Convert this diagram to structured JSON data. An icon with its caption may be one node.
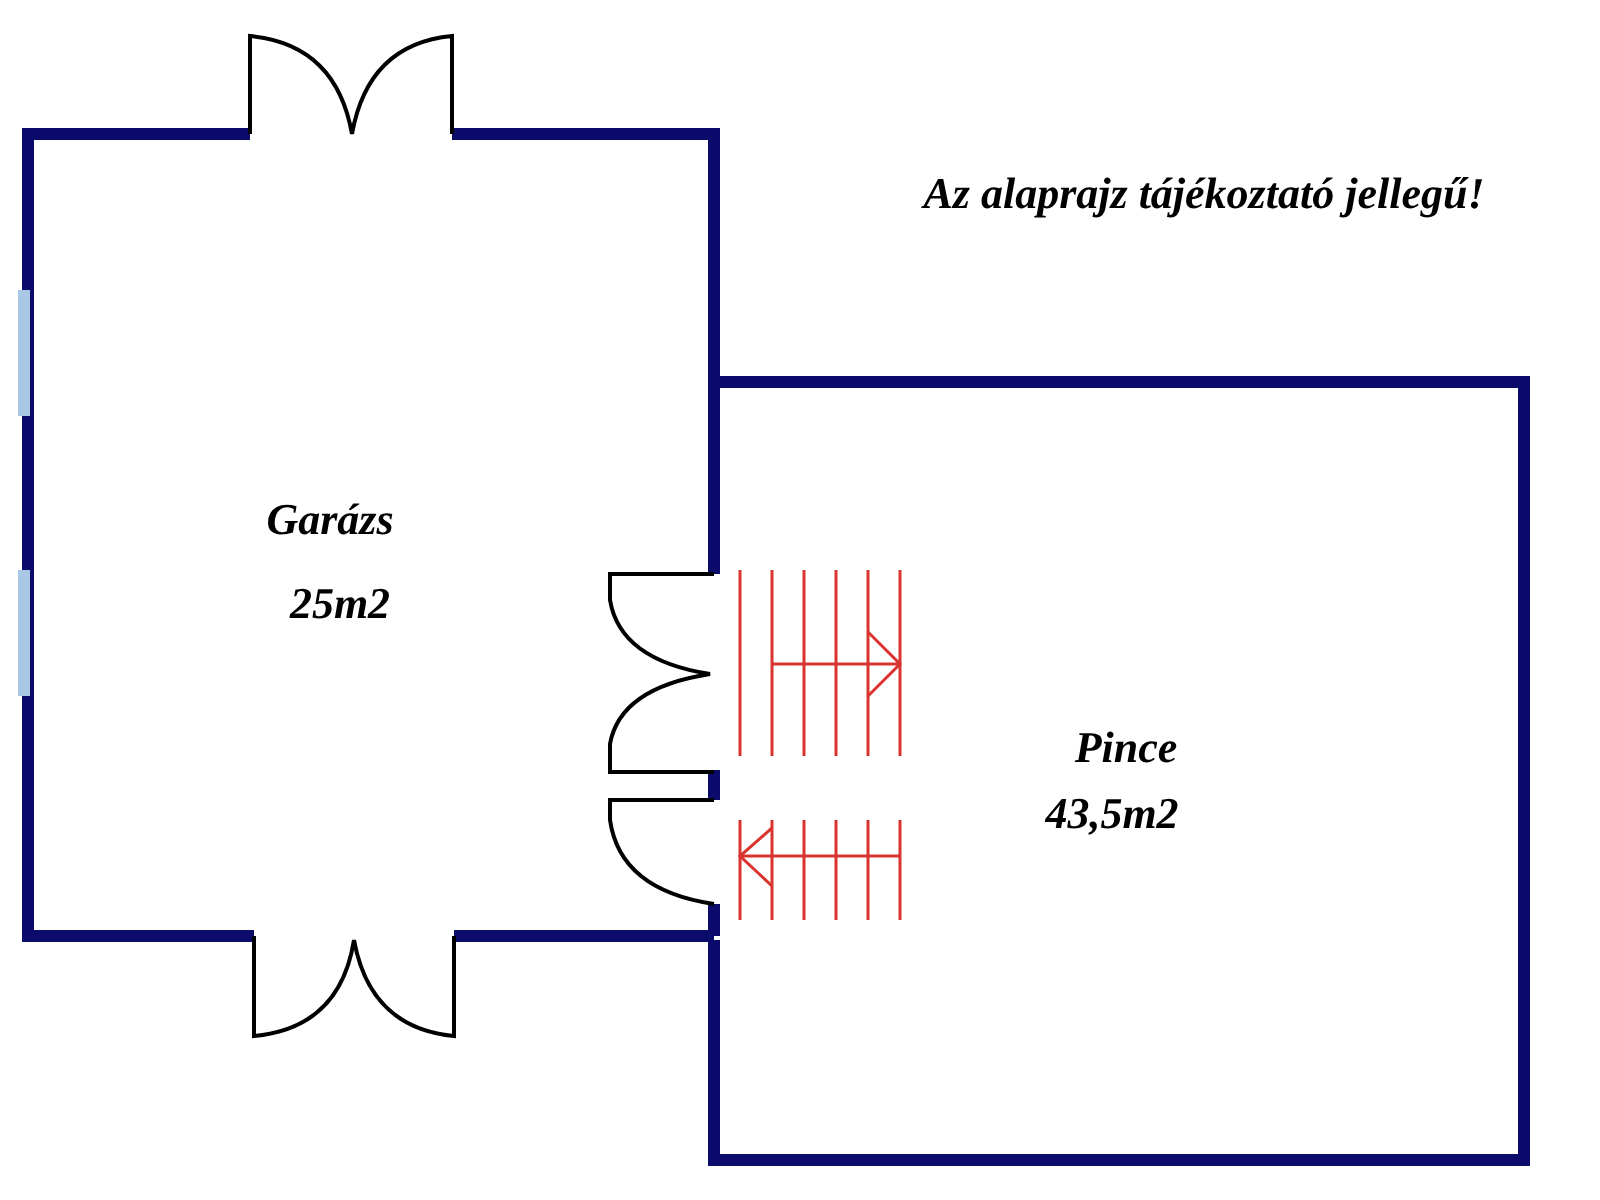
{
  "diagram": {
    "nodes": [
      {
        "text": [
          "Garázs",
          "25m2"
        ]
      },
      {
        "text": [
          "Pince",
          "43,5m2"
        ]
      }
    ],
    "labels": [
      "Az alaprajz tájékoztató jellegű!"
    ]
  }
}
